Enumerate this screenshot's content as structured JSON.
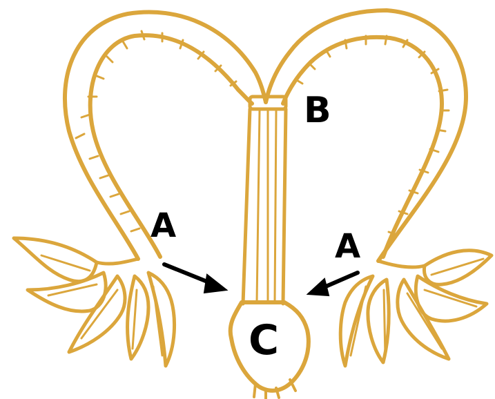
{
  "labels": {
    "b": "B",
    "a_left": "A",
    "a_right": "A",
    "c": "C"
  },
  "colors": {
    "plant": "#dba63c",
    "ink": "#000000",
    "background": "#ffffff"
  }
}
